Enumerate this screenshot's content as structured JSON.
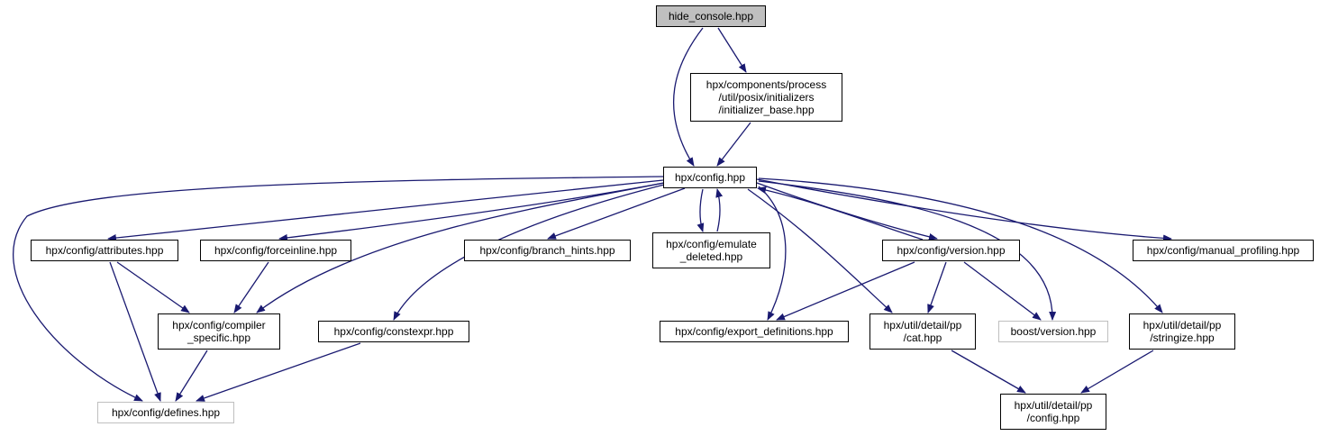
{
  "colors": {
    "edge": "#191970",
    "root_fill": "#bfbfbf",
    "box_border": "#000000",
    "external_border": "#bfbfbf"
  },
  "nodes": {
    "hide_console": {
      "lines": [
        "hide_console.hpp"
      ],
      "kind": "root"
    },
    "initializer_base": {
      "lines": [
        "hpx/components/process",
        "/util/posix/initializers",
        "/initializer_base.hpp"
      ],
      "kind": "normal"
    },
    "config": {
      "lines": [
        "hpx/config.hpp"
      ],
      "kind": "normal"
    },
    "attributes": {
      "lines": [
        "hpx/config/attributes.hpp"
      ],
      "kind": "normal"
    },
    "forceinline": {
      "lines": [
        "hpx/config/forceinline.hpp"
      ],
      "kind": "normal"
    },
    "branch_hints": {
      "lines": [
        "hpx/config/branch_hints.hpp"
      ],
      "kind": "normal"
    },
    "emulate_deleted": {
      "lines": [
        "hpx/config/emulate",
        "_deleted.hpp"
      ],
      "kind": "normal"
    },
    "version": {
      "lines": [
        "hpx/config/version.hpp"
      ],
      "kind": "normal"
    },
    "manual_profiling": {
      "lines": [
        "hpx/config/manual_profiling.hpp"
      ],
      "kind": "normal"
    },
    "compiler_specific": {
      "lines": [
        "hpx/config/compiler",
        "_specific.hpp"
      ],
      "kind": "normal"
    },
    "constexpr": {
      "lines": [
        "hpx/config/constexpr.hpp"
      ],
      "kind": "normal"
    },
    "export_definitions": {
      "lines": [
        "hpx/config/export_definitions.hpp"
      ],
      "kind": "normal"
    },
    "cat": {
      "lines": [
        "hpx/util/detail/pp",
        "/cat.hpp"
      ],
      "kind": "normal"
    },
    "boost_version": {
      "lines": [
        "boost/version.hpp"
      ],
      "kind": "external"
    },
    "stringize": {
      "lines": [
        "hpx/util/detail/pp",
        "/stringize.hpp"
      ],
      "kind": "normal"
    },
    "defines": {
      "lines": [
        "hpx/config/defines.hpp"
      ],
      "kind": "external"
    },
    "pp_config": {
      "lines": [
        "hpx/util/detail/pp",
        "/config.hpp"
      ],
      "kind": "normal"
    }
  },
  "edges": [
    [
      "hide_console",
      "initializer_base"
    ],
    [
      "hide_console",
      "config"
    ],
    [
      "initializer_base",
      "config"
    ],
    [
      "config",
      "attributes"
    ],
    [
      "config",
      "forceinline"
    ],
    [
      "config",
      "branch_hints"
    ],
    [
      "config",
      "emulate_deleted"
    ],
    [
      "emulate_deleted",
      "config"
    ],
    [
      "config",
      "version"
    ],
    [
      "version",
      "config"
    ],
    [
      "config",
      "manual_profiling"
    ],
    [
      "config",
      "compiler_specific"
    ],
    [
      "config",
      "constexpr"
    ],
    [
      "config",
      "export_definitions"
    ],
    [
      "config",
      "cat"
    ],
    [
      "config",
      "boost_version"
    ],
    [
      "config",
      "stringize"
    ],
    [
      "config",
      "defines"
    ],
    [
      "attributes",
      "compiler_specific"
    ],
    [
      "attributes",
      "defines"
    ],
    [
      "forceinline",
      "compiler_specific"
    ],
    [
      "compiler_specific",
      "defines"
    ],
    [
      "constexpr",
      "defines"
    ],
    [
      "version",
      "export_definitions"
    ],
    [
      "version",
      "cat"
    ],
    [
      "version",
      "boost_version"
    ],
    [
      "cat",
      "pp_config"
    ],
    [
      "stringize",
      "pp_config"
    ]
  ]
}
